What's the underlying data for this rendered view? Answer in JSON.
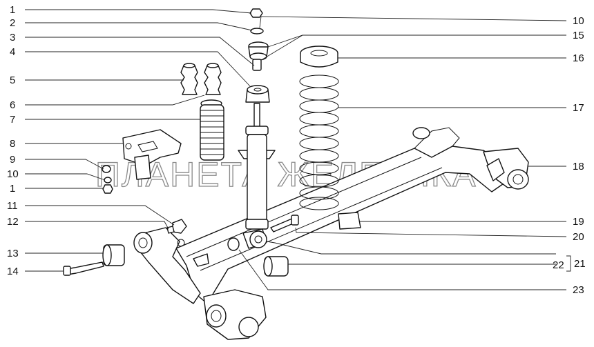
{
  "watermark": "ПЛАНЕТА ЖЕЛЕЗЯКА",
  "callouts": {
    "l1a": "1",
    "l2": "2",
    "l3": "3",
    "l4": "4",
    "l5": "5",
    "l6": "6",
    "l7": "7",
    "l8": "8",
    "l9": "9",
    "l10": "10",
    "l1b": "1",
    "l11": "11",
    "l12": "12",
    "l13": "13",
    "l14": "14",
    "r10": "10",
    "r15": "15",
    "r16": "16",
    "r17": "17",
    "r18": "18",
    "r19": "19",
    "r20": "20",
    "r21": "21",
    "r22": "22",
    "r23": "23"
  }
}
